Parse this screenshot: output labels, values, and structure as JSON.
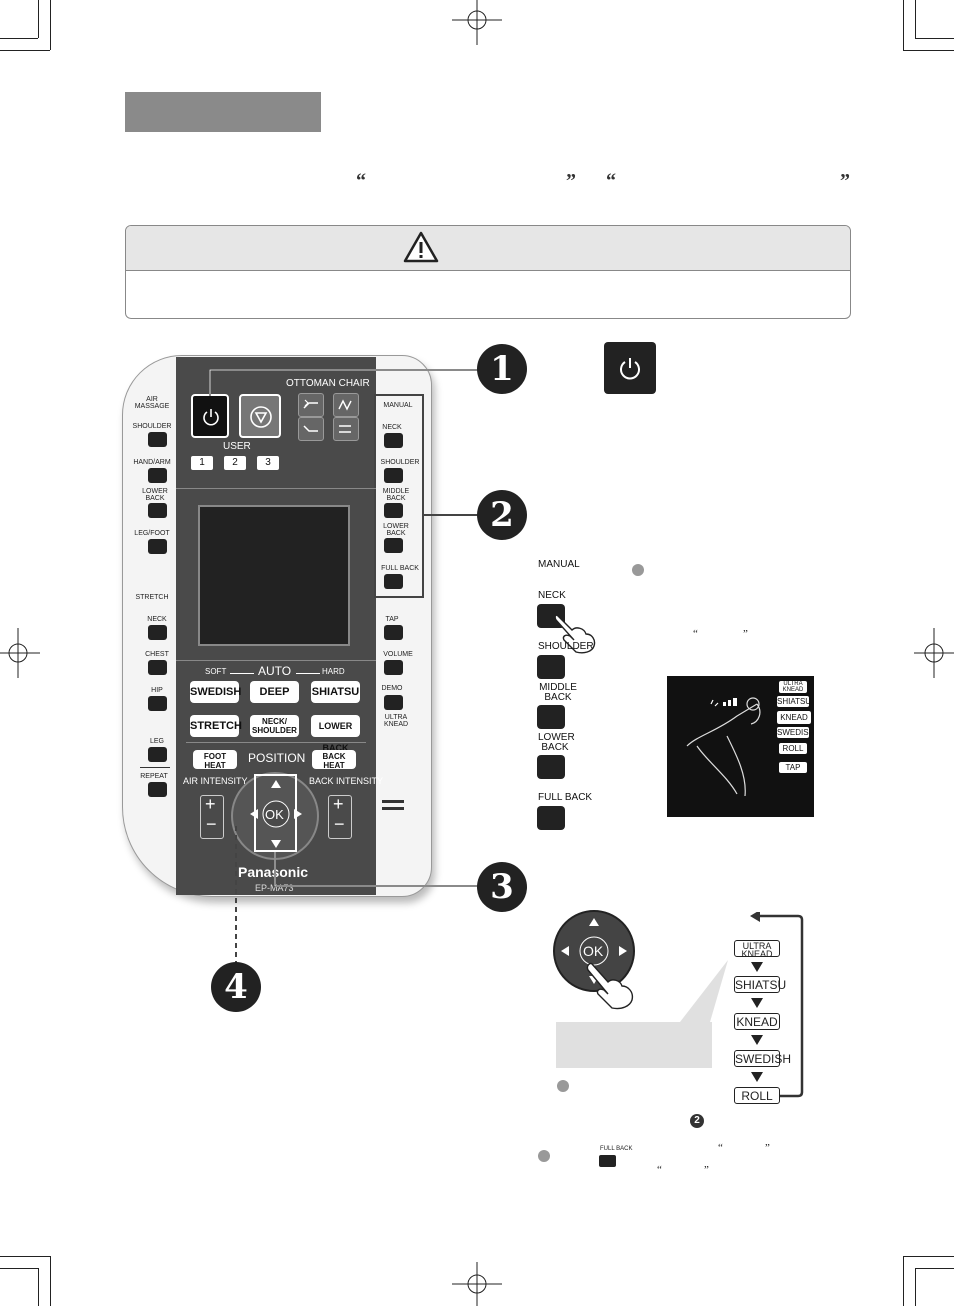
{
  "remote": {
    "ottoman_chair": "OTTOMAN CHAIR",
    "user_label": "USER",
    "user_buttons": [
      "1",
      "2",
      "3"
    ],
    "left_labels": {
      "air_massage": "AIR MASSAGE",
      "shoulder": "SHOULDER",
      "hand_arm": "HAND/ARM",
      "lower_back": "LOWER BACK",
      "leg_foot": "LEG/FOOT",
      "stretch": "STRETCH",
      "neck": "NECK",
      "chest": "CHEST",
      "hip": "HIP",
      "leg": "LEG",
      "repeat": "REPEAT"
    },
    "right_labels": {
      "manual": "MANUAL",
      "neck": "NECK",
      "shoulder": "SHOULDER",
      "middle_back": "MIDDLE BACK",
      "lower_back": "LOWER BACK",
      "full_back": "FULL BACK",
      "tap": "TAP",
      "volume": "VOLUME",
      "demo": "DEMO",
      "ultra_knead": "ULTRA KNEAD"
    },
    "auto": {
      "soft": "SOFT",
      "auto": "AUTO",
      "hard": "HARD",
      "buttons": [
        "SWEDISH",
        "DEEP",
        "SHIATSU",
        "STRETCH",
        "NECK/ SHOULDER",
        "LOWER BACK"
      ]
    },
    "foot_heat": "FOOT HEAT",
    "position": "POSITION",
    "back_heat": "BACK HEAT",
    "air_intensity": "AIR INTENSITY",
    "back_intensity": "BACK INTENSITY",
    "plus": "+",
    "minus": "−",
    "ok": "OK",
    "brand": "Panasonic",
    "model": "EP-MA73"
  },
  "steps": {
    "one": "1",
    "two": "2",
    "three": "3",
    "four": "4"
  },
  "step2_panel": {
    "manual": "MANUAL",
    "neck": "NECK",
    "shoulder": "SHOULDER",
    "middle_back": "MIDDLE BACK",
    "lower_back": "LOWER BACK",
    "full_back": "FULL BACK"
  },
  "screen": {
    "ultra_knead": "ULTRA KNEAD",
    "shiatsu": "SHIATSU",
    "knead": "KNEAD",
    "swedish": "SWEDISH",
    "roll": "ROLL",
    "tap": "TAP"
  },
  "step3": {
    "ok": "OK",
    "list": [
      "ULTRA KNEAD",
      "SHIATSU",
      "KNEAD",
      "SWEDISH",
      "ROLL"
    ],
    "ref_step": "2",
    "full_back_small": "FULL BACK"
  },
  "quotes": {
    "open": "“",
    "close": "”"
  }
}
